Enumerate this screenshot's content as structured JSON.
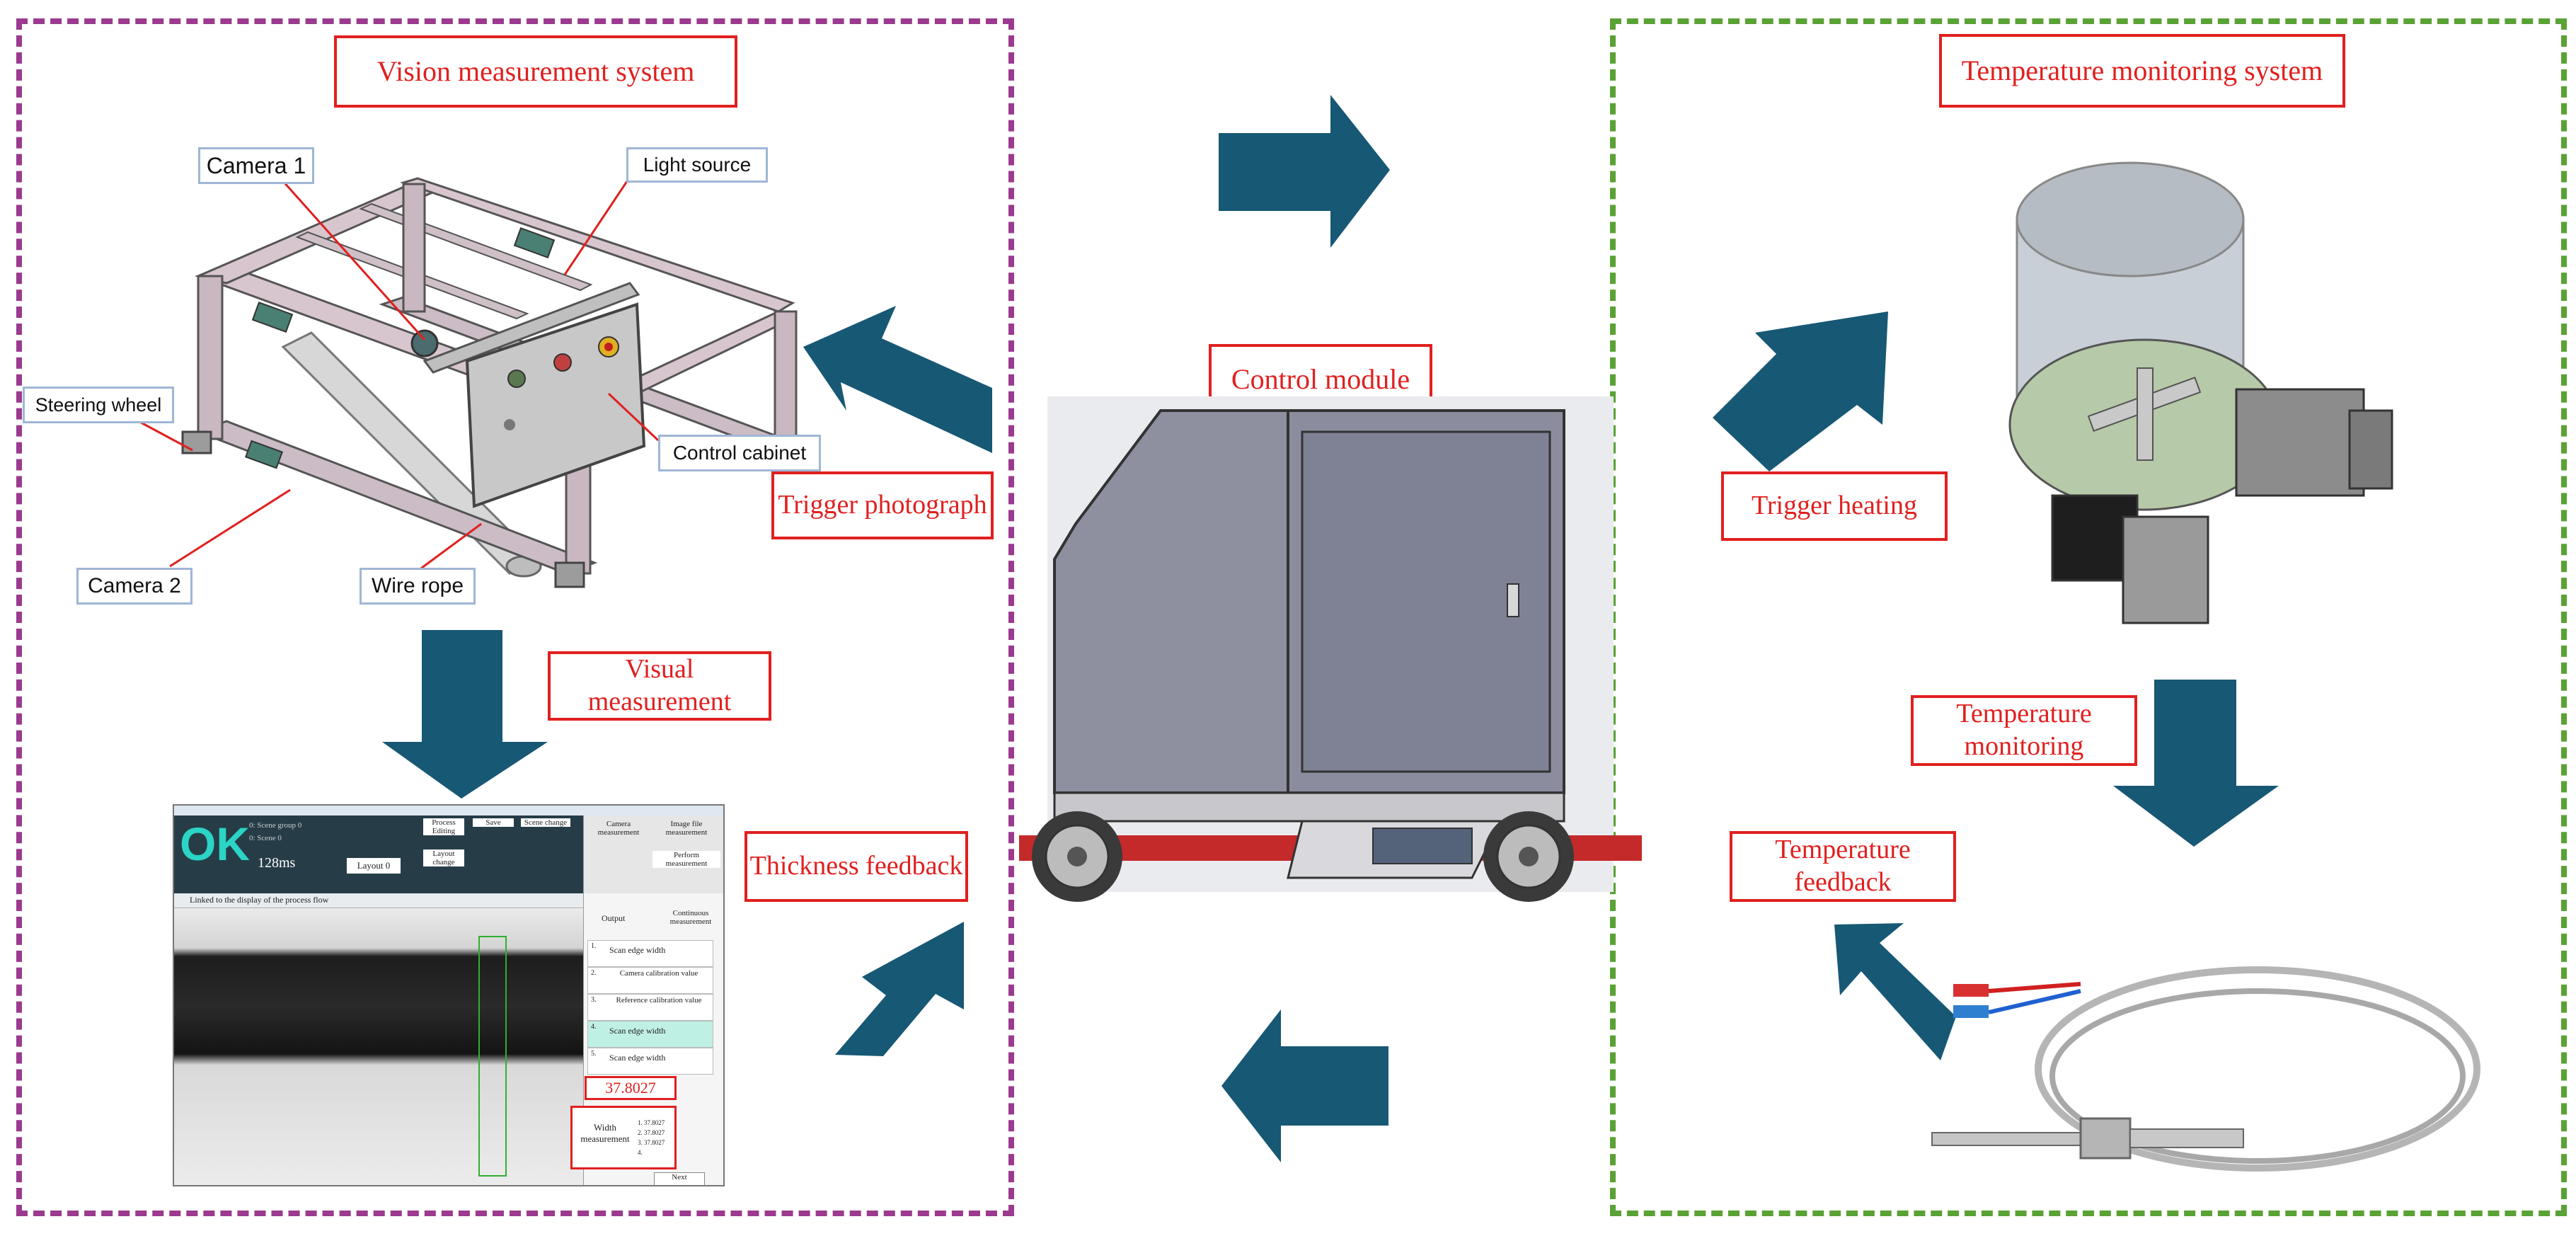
{
  "sections": {
    "vision": {
      "title": "Vision measurement system",
      "callouts": {
        "camera1": "Camera 1",
        "light_source": "Light source",
        "steering_wheel": "Steering wheel",
        "control_cabinet": "Control cabinet",
        "camera2": "Camera 2",
        "wire_rope": "Wire rope"
      },
      "step_label": "Visual measurement"
    },
    "control": {
      "title": "Control module"
    },
    "temperature": {
      "title": "Temperature monitoring system",
      "step_label": "Temperature monitoring"
    }
  },
  "flow_labels": {
    "trigger_photograph": "Trigger photograph",
    "thickness_feedback": "Thickness feedback",
    "trigger_heating": "Trigger heating",
    "temperature_feedback": "Temperature feedback"
  },
  "software": {
    "status": "OK",
    "scene_group": "0: Scene group 0",
    "scene": "0: Scene 0",
    "time": "128ms",
    "layout": "Layout 0",
    "buttons": {
      "process_editing": "Process Editing",
      "save": "Save",
      "scene_change": "Scene change",
      "layout_change": "Layout change",
      "camera_measurement": "Camera measurement",
      "image_file_measurement": "Image file measurement",
      "perform_measurement": "Perform measurement"
    },
    "banner": "Linked to the display of the process flow",
    "output": "Output",
    "continuous": "Continuous measurement",
    "flow_items": [
      {
        "num": "1.",
        "label": "Scan edge width"
      },
      {
        "num": "2.",
        "label": "Camera calibration value"
      },
      {
        "num": "3.",
        "label": "Reference calibration value"
      },
      {
        "num": "4.",
        "label": "Scan edge width"
      },
      {
        "num": "5.",
        "label": "Scan edge width"
      }
    ],
    "result_value": "37.8027",
    "width_measurement": "Width measurement",
    "history": [
      "1. 37.8027",
      "2. 37.8027",
      "3. 37.8027",
      "4."
    ],
    "next_button": "Next"
  },
  "colors": {
    "arrow": "#175874",
    "label_red": "#e0201f",
    "vision_border": "#9b3a8e",
    "temperature_border": "#5aa235",
    "callout_border": "#9fb6d6"
  }
}
